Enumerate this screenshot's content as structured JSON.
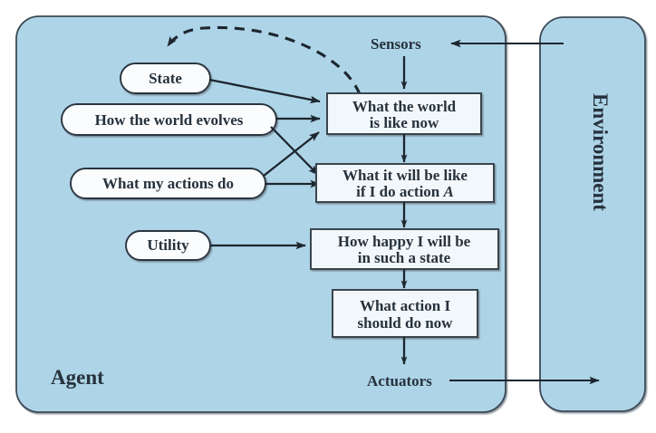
{
  "figure": {
    "type": "block-diagram",
    "title_text": "",
    "colors": {
      "panel_fill": "#aed4e8",
      "panel_stroke": "#3d4a55",
      "box_fill": "#f2f7fb",
      "box_stroke": "#3a454e",
      "pill_fill": "#fbfcfd",
      "pill_stroke": "#2b3640",
      "arrow": "#1d262e",
      "text": "#26323c",
      "background": "#ffffff"
    }
  },
  "panels": {
    "agent": {
      "label": "Agent"
    },
    "environment": {
      "label": "Environment"
    }
  },
  "io_ports": {
    "sensors": {
      "label": "Sensors"
    },
    "actuators": {
      "label": "Actuators"
    }
  },
  "pills": [
    {
      "id": "state",
      "label": "State"
    },
    {
      "id": "how-the-world-evolves",
      "label": "How the world evolves"
    },
    {
      "id": "what-my-actions-do",
      "label": "What my actions do"
    },
    {
      "id": "utility",
      "label": "Utility"
    }
  ],
  "boxes": [
    {
      "id": "world-now",
      "line1": "What the world",
      "line2": "is like now"
    },
    {
      "id": "world-after-action",
      "line1": "What it will be like",
      "line2a": "if I do action ",
      "line2b": "A"
    },
    {
      "id": "happiness",
      "line1": "How happy I will be",
      "line2": "in such a state"
    },
    {
      "id": "action-choice",
      "line1": "What action I",
      "line2": "should do now"
    }
  ],
  "edges": [
    {
      "from": "environment",
      "to": "sensors",
      "style": "solid"
    },
    {
      "from": "sensors",
      "to": "world-now",
      "style": "solid"
    },
    {
      "from": "world-now",
      "to": "state",
      "style": "dashed"
    },
    {
      "from": "state",
      "to": "world-now",
      "style": "solid"
    },
    {
      "from": "how-the-world-evolves",
      "to": "world-now",
      "style": "solid"
    },
    {
      "from": "what-my-actions-do",
      "to": "world-now",
      "style": "solid"
    },
    {
      "from": "how-the-world-evolves",
      "to": "world-after-action",
      "style": "solid"
    },
    {
      "from": "what-my-actions-do",
      "to": "world-after-action",
      "style": "solid"
    },
    {
      "from": "world-now",
      "to": "world-after-action",
      "style": "solid"
    },
    {
      "from": "world-after-action",
      "to": "happiness",
      "style": "solid"
    },
    {
      "from": "utility",
      "to": "happiness",
      "style": "solid"
    },
    {
      "from": "happiness",
      "to": "action-choice",
      "style": "solid"
    },
    {
      "from": "action-choice",
      "to": "actuators",
      "style": "solid"
    },
    {
      "from": "actuators",
      "to": "environment",
      "style": "solid"
    }
  ]
}
